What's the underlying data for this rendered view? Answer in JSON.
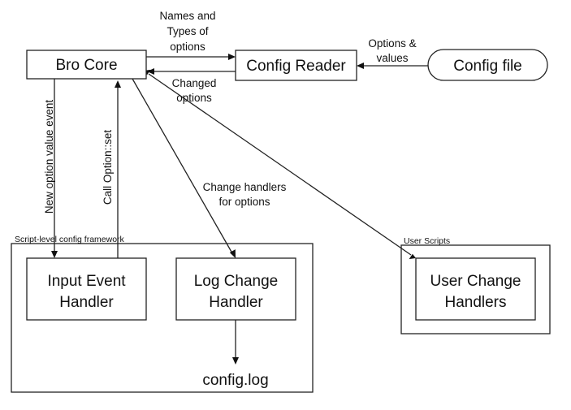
{
  "nodes": {
    "bro_core": "Bro Core",
    "config_reader": "Config Reader",
    "config_file": "Config file",
    "input_event_handler": [
      "Input Event",
      "Handler"
    ],
    "log_change_handler": [
      "Log Change",
      "Handler"
    ],
    "user_change_handlers": [
      "User Change",
      "Handlers"
    ],
    "config_log": "config.log"
  },
  "groups": {
    "script_framework": "Script-level config framework",
    "user_scripts": "User Scripts"
  },
  "edges": {
    "names_types": [
      "Names and",
      "Types of",
      "options"
    ],
    "options_values": [
      "Options &",
      "values"
    ],
    "changed_options": [
      "Changed",
      "options"
    ],
    "new_option_value_event": "New option value event",
    "call_option_set": "Call Option::set",
    "change_handlers_for_options": [
      "Change handlers",
      "for options"
    ]
  },
  "colors": {
    "stroke": "#222222",
    "background": "#ffffff"
  }
}
